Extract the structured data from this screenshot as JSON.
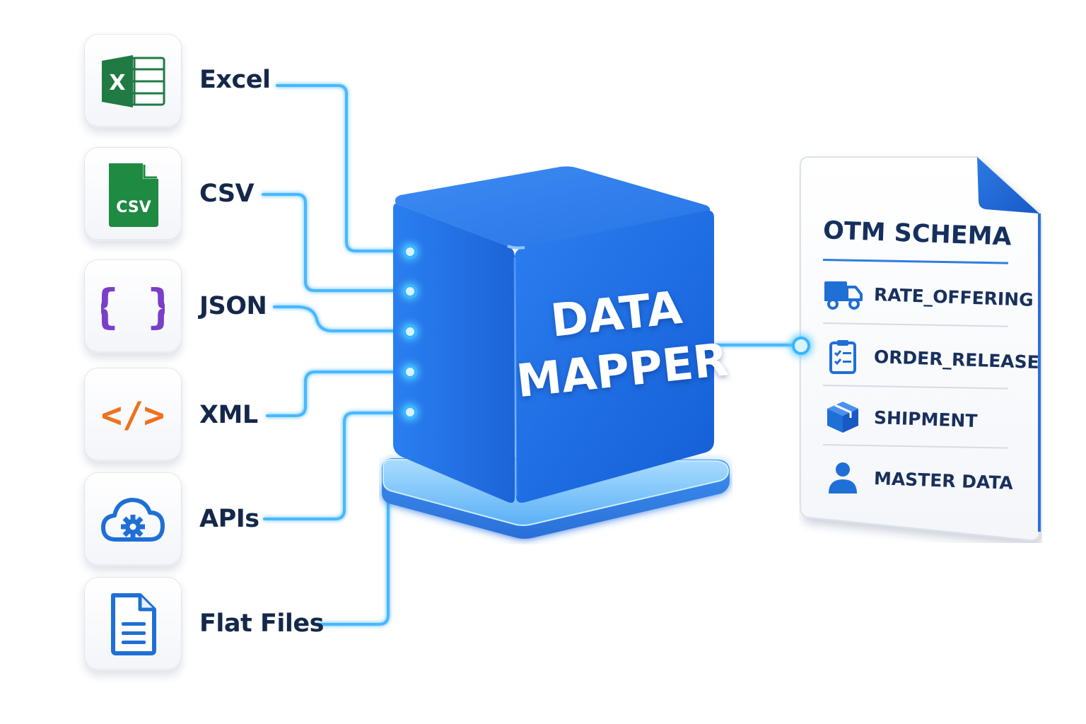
{
  "sources": [
    {
      "id": "excel",
      "label": "Excel",
      "icon": "excel-icon"
    },
    {
      "id": "csv",
      "label": "CSV",
      "icon": "csv-file-icon",
      "icon_text": "CSV"
    },
    {
      "id": "json",
      "label": "JSON",
      "icon": "curly-braces-icon",
      "icon_text": "{ }"
    },
    {
      "id": "xml",
      "label": "XML",
      "icon": "code-tag-icon",
      "icon_text": "</>"
    },
    {
      "id": "apis",
      "label": "APIs",
      "icon": "cloud-gear-icon"
    },
    {
      "id": "flat",
      "label": "Flat Files",
      "icon": "document-lines-icon"
    }
  ],
  "excel_icon_letter": "X",
  "mapper": {
    "title_line1": "DATA",
    "title_line2": "MAPPER"
  },
  "schema": {
    "title": "OTM SCHEMA",
    "items": [
      {
        "id": "rate",
        "label": "RATE_OFFERING",
        "icon": "truck-icon"
      },
      {
        "id": "order",
        "label": "ORDER_RELEASE",
        "icon": "clipboard-checklist-icon"
      },
      {
        "id": "shipment",
        "label": "SHIPMENT",
        "icon": "package-box-icon"
      },
      {
        "id": "master",
        "label": "MASTER DATA",
        "icon": "person-icon"
      }
    ]
  },
  "colors": {
    "connector": "#49b8ff",
    "cube": "#1a6fe8",
    "excel_green": "#1f7a44",
    "csv_green": "#1e8a42",
    "json_purple": "#7b3ec8",
    "xml_orange": "#f0701c",
    "icon_blue": "#1f6fd6",
    "label_navy": "#14284b"
  }
}
